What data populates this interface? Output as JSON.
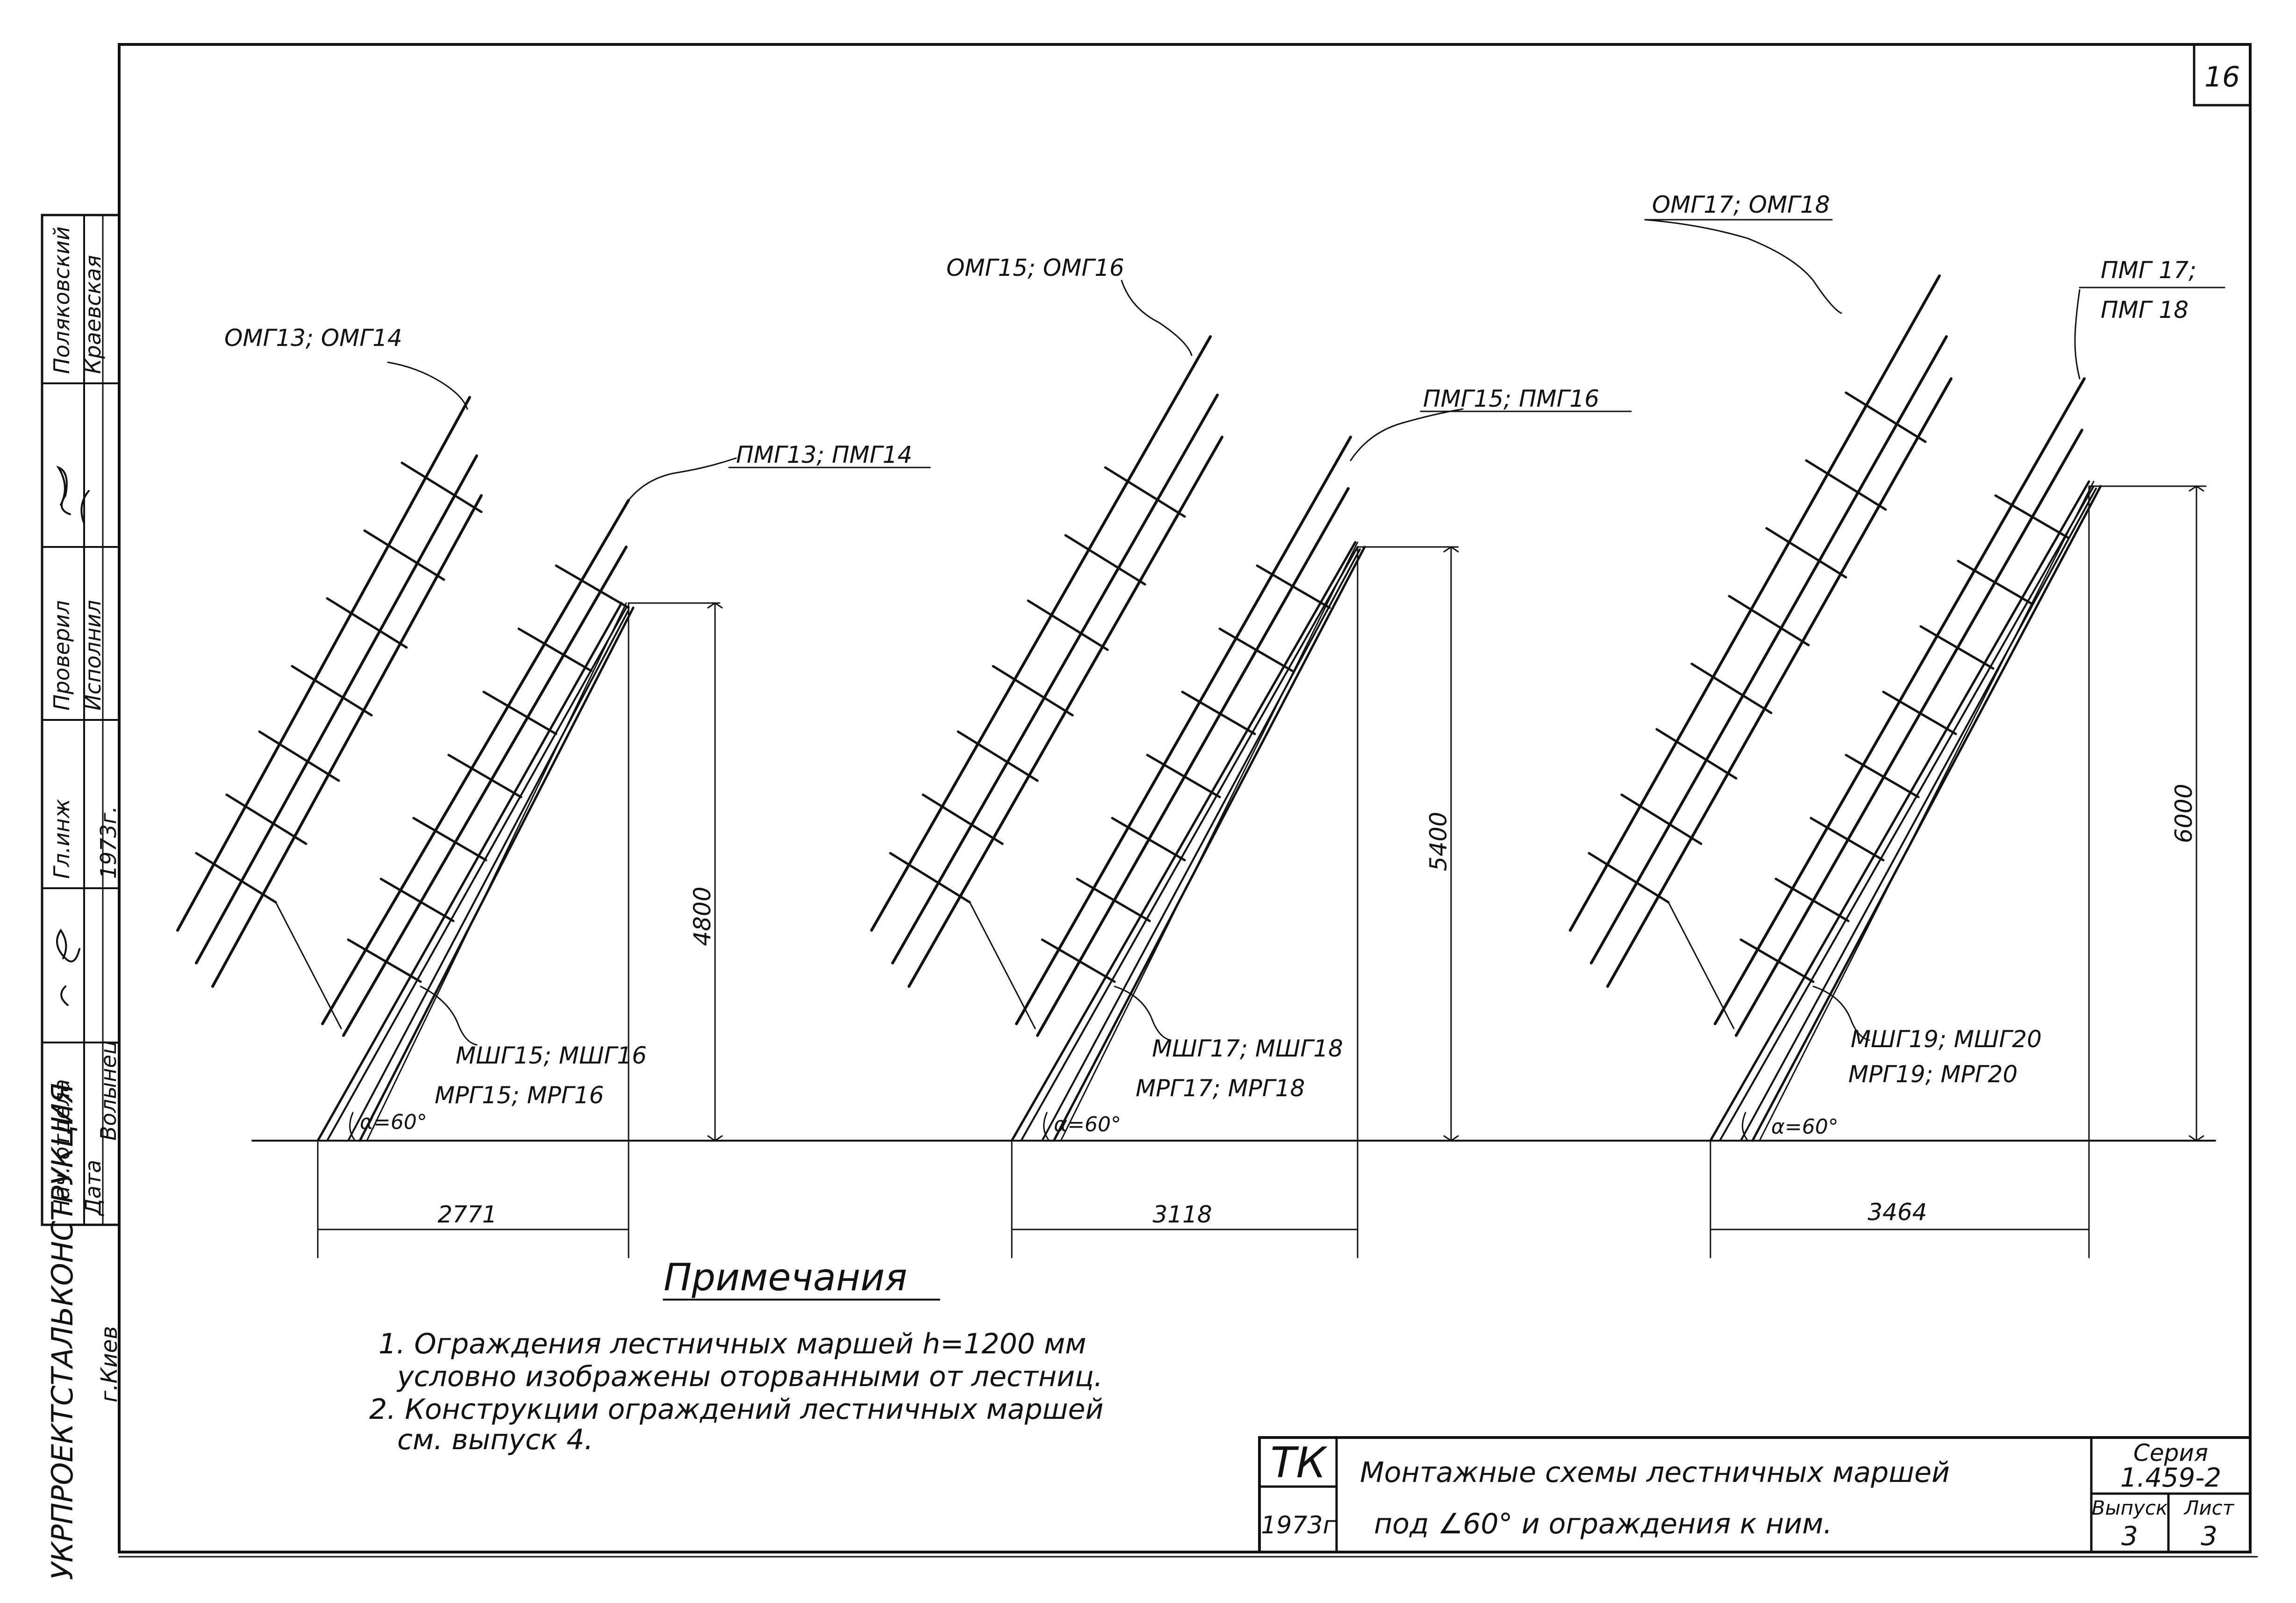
{
  "sheet_number": "16",
  "organization": {
    "name": "УКРПРОЕКТСТАЛЬКОНСТРУКЦИЯ",
    "city": "г.Киев"
  },
  "stamp": {
    "rows": [
      {
        "role": "Нач. отдела",
        "name": "",
        "signature": ""
      },
      {
        "role": "Дата",
        "name": "Волынец",
        "signature": ""
      },
      {
        "role": "",
        "name": "",
        "signature": ""
      },
      {
        "role": "Гл.инж",
        "name": "1973г.",
        "signature": ""
      },
      {
        "role": "Проверил",
        "name": "",
        "signature": ""
      },
      {
        "role": "Исполнил",
        "name": "",
        "signature": ""
      },
      {
        "role": "",
        "name": "Поляковский",
        "signature": ""
      },
      {
        "role": "",
        "name": "Краевская",
        "signature": ""
      }
    ]
  },
  "schemes": [
    {
      "guard_label": "ОМГ13; ОМГ14",
      "rail_label": "ПМГ13; ПМГ14",
      "flight_label_1": "МШГ15; МШГ16",
      "flight_label_2": "МРГ15; МРГ16",
      "angle_label": "α=60°",
      "height": "4800",
      "width": "2771"
    },
    {
      "guard_label": "ОМГ15; ОМГ16",
      "rail_label": "ПМГ15; ПМГ16",
      "flight_label_1": "МШГ17; МШГ18",
      "flight_label_2": "МРГ17; МРГ18",
      "angle_label": "α=60°",
      "height": "5400",
      "width": "3118"
    },
    {
      "guard_label": "ОМГ17; ОМГ18",
      "rail_label": "ПМГ 17;",
      "rail_label_2": "ПМГ 18",
      "flight_label_1": "МШГ19; МШГ20",
      "flight_label_2": "МРГ19; МРГ20",
      "angle_label": "α=60°",
      "height": "6000",
      "width": "3464"
    }
  ],
  "notes": {
    "title": "Примечания",
    "lines": [
      "1. Ограждения лестничных маршей h=1200 мм",
      "условно изображены оторванными от лестниц.",
      "2. Конструкции ограждений лестничных маршей",
      "см. выпуск 4."
    ]
  },
  "title_block": {
    "code": "ТК",
    "year": "1973г",
    "title_line_1": "Монтажные схемы лестничных маршей",
    "title_line_2": "под ∠60° и ограждения к ним.",
    "series_label": "Серия",
    "series_value": "1.459-2",
    "issue_label": "Выпуск",
    "issue_value": "3",
    "sheet_label": "Лист",
    "sheet_value": "3"
  }
}
